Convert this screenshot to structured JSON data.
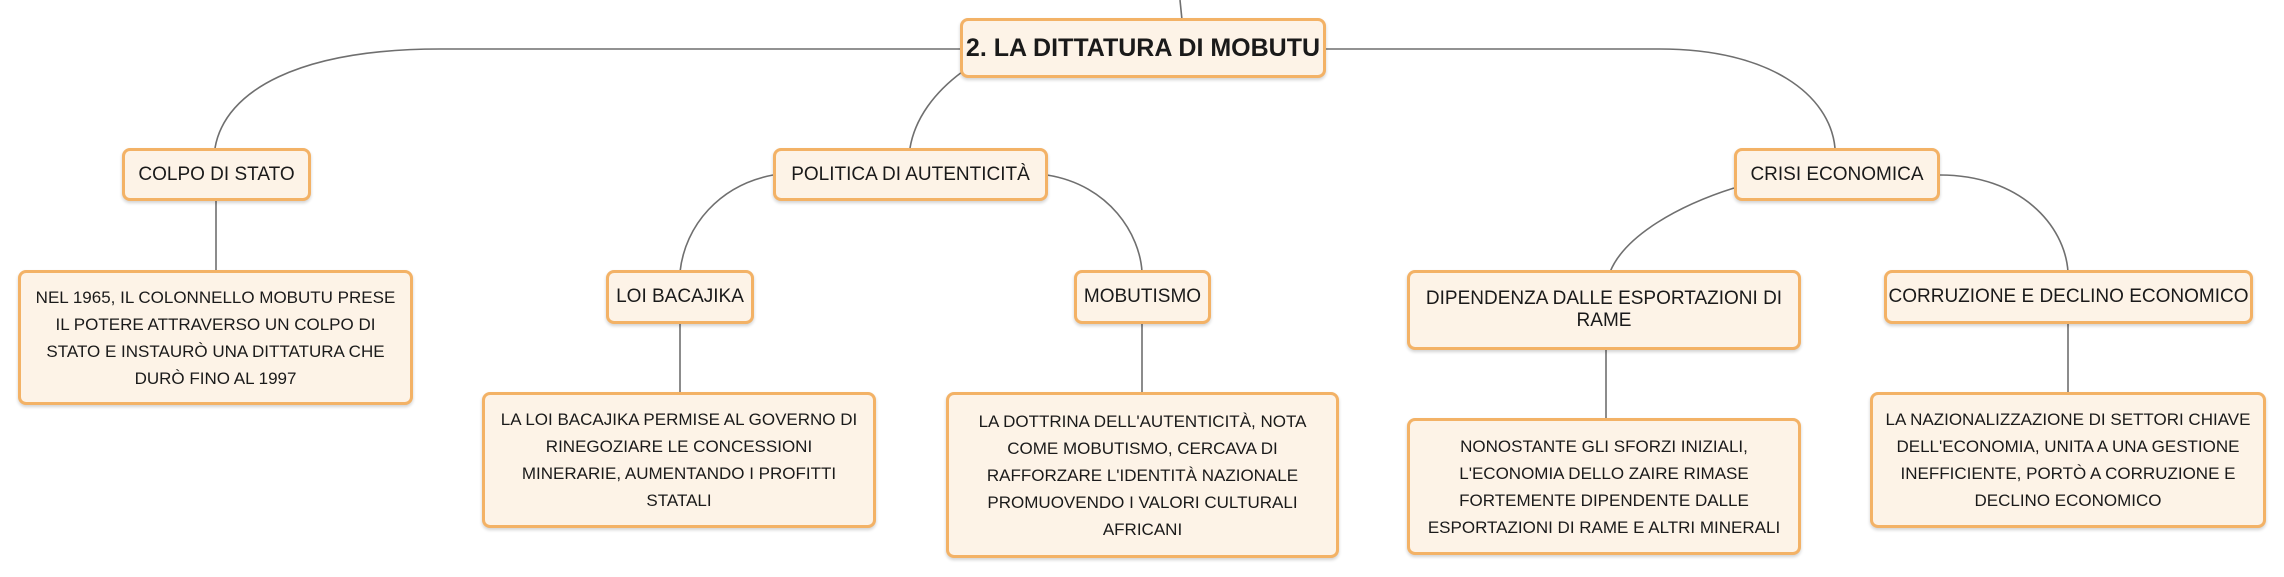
{
  "root": {
    "label": "2. LA DITTATURA DI MOBUTU"
  },
  "branches": [
    {
      "label": "COLPO DI STATO",
      "details": [
        {
          "text": "NEL 1965, IL COLONNELLO MOBUTU PRESE IL POTERE ATTRAVERSO UN COLPO DI STATO E INSTAURÒ UNA DITTATURA CHE DURÒ FINO AL 1997"
        }
      ]
    },
    {
      "label": "POLITICA DI AUTENTICITÀ",
      "subtopics": [
        {
          "label": "LOI BACAJIKA",
          "detail": "LA LOI BACAJIKA PERMISE AL GOVERNO DI RINEGOZIARE LE CONCESSIONI MINERARIE, AUMENTANDO I PROFITTI STATALI"
        },
        {
          "label": "MOBUTISMO",
          "detail": "LA DOTTRINA DELL'AUTENTICITÀ, NOTA COME MOBUTISMO, CERCAVA DI RAFFORZARE L'IDENTITÀ NAZIONALE PROMUOVENDO I VALORI CULTURALI AFRICANI"
        }
      ]
    },
    {
      "label": "CRISI ECONOMICA",
      "subtopics": [
        {
          "label": "DIPENDENZA DALLE ESPORTAZIONI DI RAME",
          "detail": "NONOSTANTE GLI SFORZI INIZIALI, L'ECONOMIA DELLO ZAIRE RIMASE FORTEMENTE DIPENDENTE DALLE ESPORTAZIONI DI RAME E ALTRI MINERALI"
        },
        {
          "label": "CORRUZIONE E DECLINO ECONOMICO",
          "detail": "LA NAZIONALIZZAZIONE DI SETTORI CHIAVE DELL'ECONOMIA, UNITA A UNA GESTIONE INEFFICIENTE, PORTÒ A CORRUZIONE E DECLINO ECONOMICO"
        }
      ]
    }
  ],
  "colors": {
    "node_fill": "#fdf3e7",
    "node_border": "#f3b266",
    "connector": "#6f6f6f"
  }
}
